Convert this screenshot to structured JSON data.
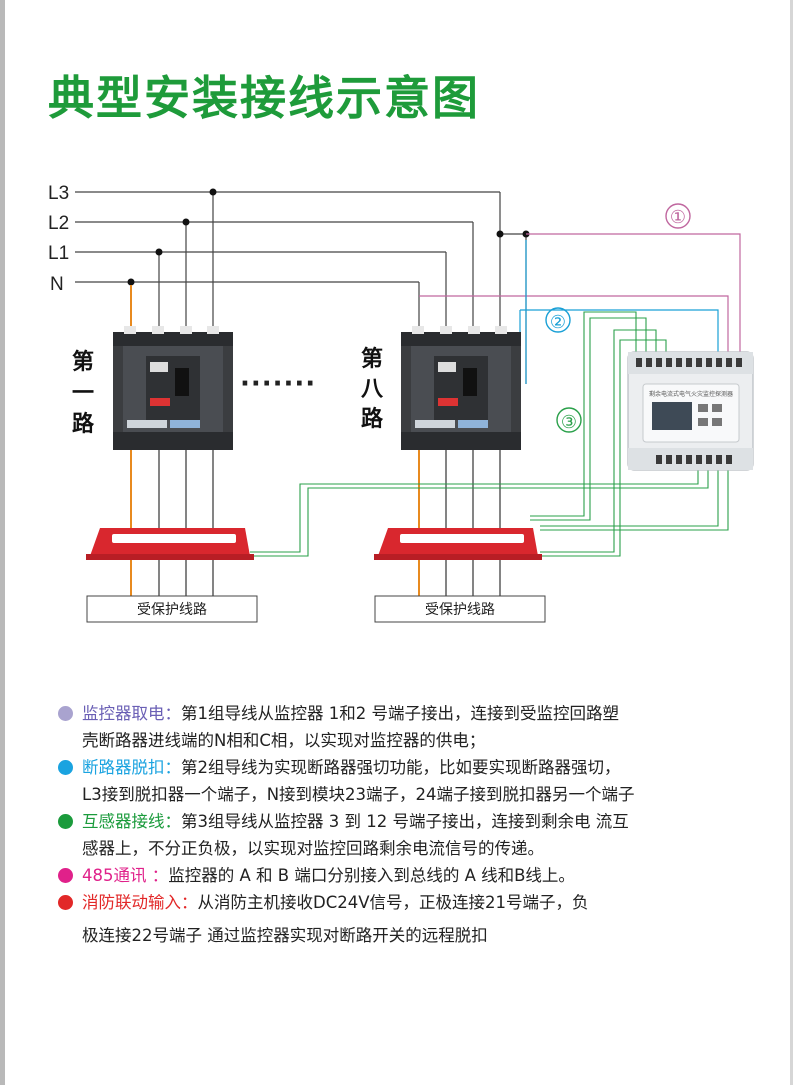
{
  "title": "典型安装接线示意图",
  "lines": [
    "L3",
    "L2",
    "L1",
    "N"
  ],
  "groups": {
    "g1": "①",
    "g2": "②",
    "g3": "③"
  },
  "circuits": {
    "first": "第一路",
    "eighth": "第八路",
    "dots": "·······"
  },
  "protected_label": "受保护线路",
  "monitor_label": "剩余电流式电气火灾监控探测器",
  "descriptions": [
    {
      "color": "#a9a3cf",
      "head": "监控器取电：",
      "text1": "第1组导线从监控器 1和2 号端子接出，连接到受监控回路塑",
      "text2": "壳断路器进线端的N相和C相，以实现对监控器的供电；"
    },
    {
      "color": "#1aa3e0",
      "head": "断路器脱扣：",
      "text1": "第2组导线为实现断路器强切功能，比如要实现断路器强切，",
      "text2": "L3接到脱扣器一个端子，N接到模块23端子，24端子接到脱扣器另一个端子"
    },
    {
      "color": "#1b9b3c",
      "head": "互感器接线：",
      "text1": "第3组导线从监控器 3 到 12 号端子接出，连接到剩余电 流互",
      "text2": "感器上，不分正负极，以实现对监控回路剩余电流信号的传递。"
    },
    {
      "color": "#e0218a",
      "head": "485通讯 ：",
      "text1": "监控器的 A 和 B 端口分别接入到总线的 A 线和B线上。",
      "text2": ""
    },
    {
      "color": "#e22828",
      "head": "消防联动输入：",
      "text1": "从消防主机接收DC24V信号，正极连接21号端子，负",
      "text2": "极连接22号端子 通过监控器实现对断路开关的远程脱扣"
    }
  ],
  "colors": {
    "title": "#1e9b3a",
    "group1": "#c0679f",
    "group2": "#1aa0d6",
    "group3": "#2aa04a",
    "n_wire": "#e88a1f",
    "ct_red": "#d9272e"
  }
}
